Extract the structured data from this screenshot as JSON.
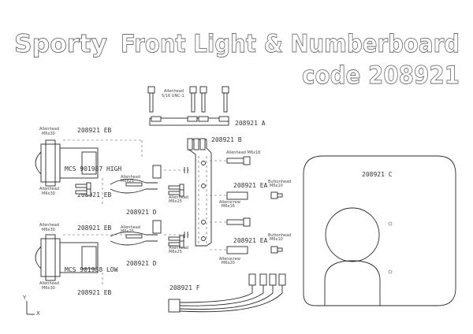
{
  "title": {
    "line1_left": "Sporty",
    "line1_right": "Front Light & Numberboard",
    "line2": "code 208921"
  },
  "parts": {
    "a": "208921 A",
    "b": "208921 B",
    "c": "208921 C",
    "d_upper": "208921 D",
    "d_lower": "208921 D",
    "ea_upper": "208921 EA",
    "ea_lower": "208921 EA",
    "eb_1": "208921 EB",
    "eb_2": "208921 EB",
    "eb_3": "208921 EB",
    "eb_4": "208921 EB",
    "f": "208921 F"
  },
  "lamps": {
    "high": "MCS 901987 HIGH",
    "low": "MCS 901988 LOW"
  },
  "notes": {
    "allenhead_top": [
      "Allenhead",
      "5/16 UNC-1"
    ],
    "allenhead_m6x16": "Allenhead M6x16",
    "allenhead_lamp_a": [
      "Allenhead",
      "M6x30"
    ],
    "allenhead_lamp_b": [
      "Allenhead",
      "M6x30"
    ],
    "allenhead_lamp_c": [
      "Allenhead",
      "M6x30"
    ],
    "allenhead_lamp_d": [
      "Allenhead",
      "M6x30"
    ],
    "allenhead_mid_1": [
      "Allenhead",
      "M6x25"
    ],
    "allenhead_mid_2": [
      "Allenhead",
      "M6x25"
    ],
    "allenhead_mid_3": [
      "Allenhead",
      "M6x25"
    ],
    "allenhead_mid_4": [
      "Allenhead",
      "M6x25"
    ],
    "buttonhead_1": [
      "Buttonhead",
      "M6x10"
    ],
    "buttonhead_2": [
      "Buttonhead",
      "M6x10"
    ],
    "allenscrew_1": [
      "Allenscrew",
      "M6x16"
    ],
    "allenscrew_2": [
      "Allenscrew",
      "M6x20"
    ]
  },
  "axis": {
    "y": "Y",
    "x": "X"
  }
}
